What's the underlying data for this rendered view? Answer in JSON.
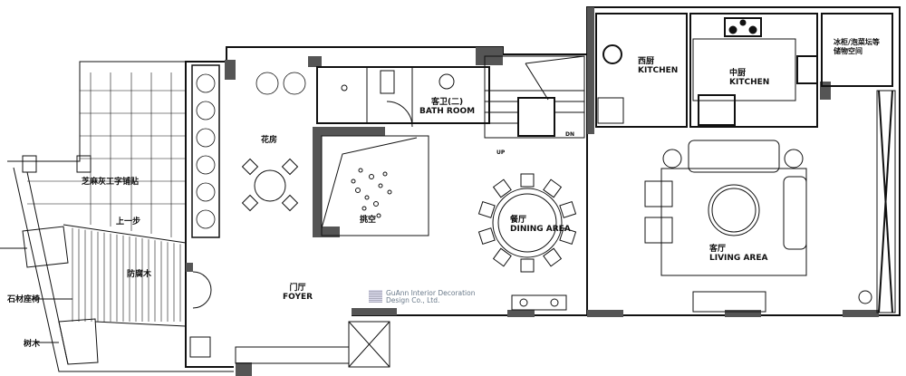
{
  "rooms": {
    "paving": "芝麻灰工字铺贴",
    "step_up": "上一步",
    "deck": "防腐木",
    "stone_bench": "石材座椅",
    "trees": "树木",
    "flower_room": "花房",
    "foyer_cn": "门厅",
    "foyer_en": "FOYER",
    "void": "挑空",
    "bath_cn": "客卫(二)",
    "bath_en": "BATH ROOM",
    "stair_up": "UP",
    "stair_down": "DN",
    "dining_cn": "餐厅",
    "dining_en": "DINING AREA",
    "living_cn": "客厅",
    "living_en": "LIVING AREA",
    "west_kitchen_cn": "西厨",
    "west_kitchen_en": "KITCHEN",
    "mid_kitchen_cn": "中厨",
    "mid_kitchen_en": "KITCHEN",
    "storage_line1": "冰柜/泡菜坛等",
    "storage_line2": "储物空间"
  },
  "watermark": {
    "line1": "GuAnn Interior Decoration",
    "line2": "Design Co., Ltd."
  },
  "colors": {
    "wall": "#555555",
    "line": "#111111"
  }
}
